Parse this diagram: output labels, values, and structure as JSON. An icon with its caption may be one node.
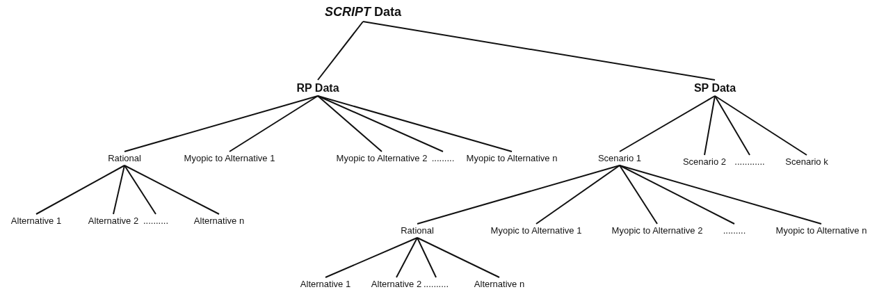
{
  "diagram": {
    "nodes": [
      {
        "text": [
          "*SCRIPT* Data"
        ]
      },
      {
        "text": [
          "RP Data"
        ]
      },
      {
        "text": [
          "SP Data"
        ]
      },
      {
        "text": [
          "Rational"
        ]
      },
      {
        "text": [
          "Myopic to Alternative 1"
        ]
      },
      {
        "text": [
          "Myopic to Alternative 2"
        ]
      },
      {
        "text": [
          "........."
        ]
      },
      {
        "text": [
          "Myopic to Alternative n"
        ]
      },
      {
        "text": [
          "Scenario 1"
        ]
      },
      {
        "text": [
          "Scenario 2"
        ]
      },
      {
        "text": [
          "............"
        ]
      },
      {
        "text": [
          "Scenario k"
        ]
      },
      {
        "text": [
          "Alternative 1"
        ]
      },
      {
        "text": [
          "Alternative 2"
        ]
      },
      {
        "text": [
          ".........."
        ]
      },
      {
        "text": [
          "Alternative n"
        ]
      },
      {
        "text": [
          "Rational"
        ]
      },
      {
        "text": [
          "Myopic to Alternative 1"
        ]
      },
      {
        "text": [
          "Myopic to Alternative 2"
        ]
      },
      {
        "text": [
          "........."
        ]
      },
      {
        "text": [
          "Myopic to Alternative n"
        ]
      },
      {
        "text": [
          "Alternative 1"
        ]
      },
      {
        "text": [
          "Alternative 2"
        ]
      },
      {
        "text": [
          ".........."
        ]
      },
      {
        "text": [
          "Alternative n"
        ]
      }
    ],
    "edges": [
      {
        "from": 0,
        "to": 1,
        "arrow": "none"
      },
      {
        "from": 0,
        "to": 2,
        "arrow": "none"
      },
      {
        "from": 1,
        "to": 3,
        "arrow": "none"
      },
      {
        "from": 1,
        "to": 4,
        "arrow": "none"
      },
      {
        "from": 1,
        "to": 5,
        "arrow": "none"
      },
      {
        "from": 1,
        "to": 6,
        "arrow": "none"
      },
      {
        "from": 1,
        "to": 7,
        "arrow": "none"
      },
      {
        "from": 2,
        "to": 8,
        "arrow": "none"
      },
      {
        "from": 2,
        "to": 9,
        "arrow": "none"
      },
      {
        "from": 2,
        "to": 10,
        "arrow": "none"
      },
      {
        "from": 2,
        "to": 11,
        "arrow": "none"
      },
      {
        "from": 3,
        "to": 12,
        "arrow": "none"
      },
      {
        "from": 3,
        "to": 13,
        "arrow": "none"
      },
      {
        "from": 3,
        "to": 14,
        "arrow": "none"
      },
      {
        "from": 3,
        "to": 15,
        "arrow": "none"
      },
      {
        "from": 8,
        "to": 16,
        "arrow": "none"
      },
      {
        "from": 8,
        "to": 17,
        "arrow": "none"
      },
      {
        "from": 8,
        "to": 18,
        "arrow": "none"
      },
      {
        "from": 8,
        "to": 19,
        "arrow": "none"
      },
      {
        "from": 8,
        "to": 20,
        "arrow": "none"
      },
      {
        "from": 16,
        "to": 21,
        "arrow": "none"
      },
      {
        "from": 16,
        "to": 22,
        "arrow": "none"
      },
      {
        "from": 16,
        "to": 23,
        "arrow": "none"
      },
      {
        "from": 16,
        "to": 24,
        "arrow": "none"
      }
    ]
  }
}
